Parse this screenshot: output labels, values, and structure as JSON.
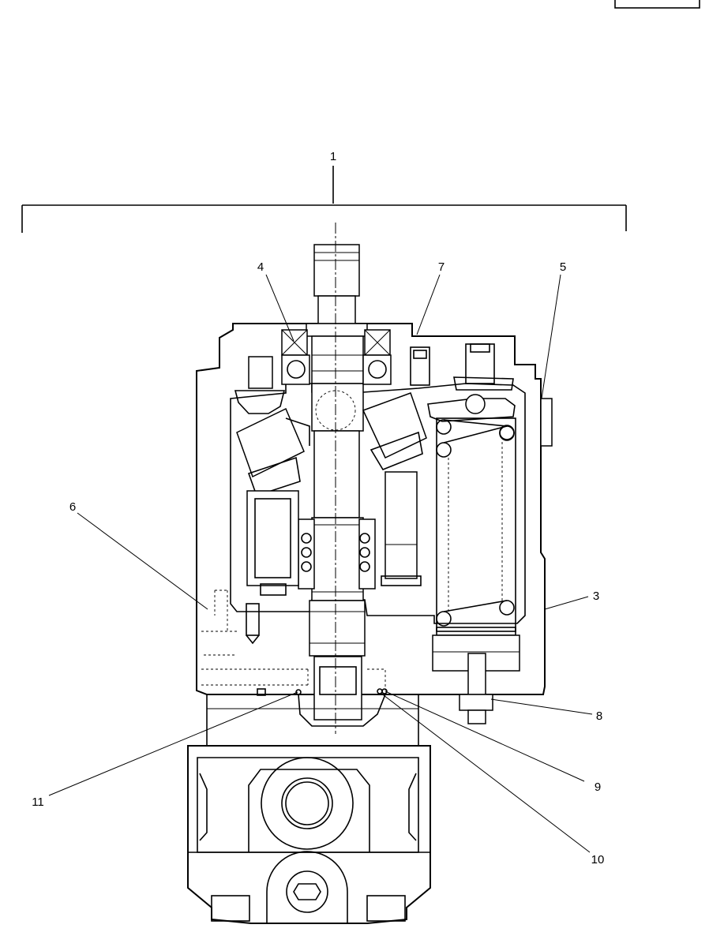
{
  "callouts": [
    {
      "id": "1",
      "text": "1"
    },
    {
      "id": "3",
      "text": "3"
    },
    {
      "id": "4",
      "text": "4"
    },
    {
      "id": "5",
      "text": "5"
    },
    {
      "id": "6",
      "text": "6"
    },
    {
      "id": "7",
      "text": "7"
    },
    {
      "id": "8",
      "text": "8"
    },
    {
      "id": "9",
      "text": "9"
    },
    {
      "id": "10",
      "text": "10"
    },
    {
      "id": "11",
      "text": "11"
    }
  ]
}
